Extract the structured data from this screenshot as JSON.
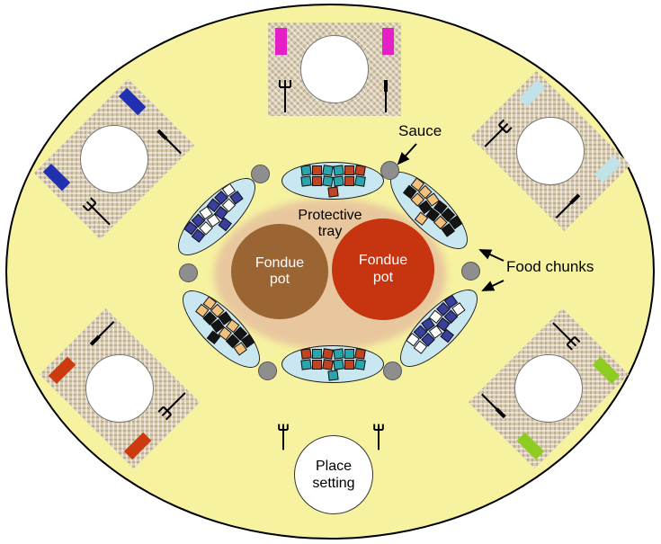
{
  "diagram": {
    "labels": {
      "sauce": "Sauce",
      "food_chunks": "Food chunks",
      "protective_tray_l1": "Protective",
      "protective_tray_l2": "tray",
      "fondue_l1": "Fondue",
      "fondue_l2": "pot",
      "place_setting_l1": "Place",
      "place_setting_l2": "setting"
    },
    "colors": {
      "table": "#f6f2a0",
      "tray": "#e8c79e",
      "pot_left": "#9a6433",
      "pot_right": "#c63410",
      "platter": "#c9e7f0",
      "sauce_dish": "#8e8e8e",
      "placemat": "#d8cbb0",
      "napkins": {
        "top": "#e61ec8",
        "north_west": "#2030b0",
        "north_east": "#c2e2ea",
        "south_west": "#cc3a10",
        "south_east": "#8fcc22"
      }
    },
    "platters": {
      "top": {
        "chunks": [
          "#2ba4ac",
          "#bf4422",
          "#2ba4ac",
          "#2ba4ac",
          "#bf4422",
          "#bf4422",
          "#2ba4ac",
          "#bf4422",
          "#2ba4ac",
          "#2ba4ac",
          "#bf4422",
          "#2ba4ac",
          "#bf4422"
        ]
      },
      "bottom": {
        "chunks": [
          "#bf4422",
          "#2ba4ac",
          "#bf4422",
          "#2ba4ac",
          "#2ba4ac",
          "#bf4422",
          "#2ba4ac",
          "#bf4422",
          "#bf4422",
          "#2ba4ac",
          "#bf4422",
          "#2ba4ac",
          "#2ba4ac"
        ]
      },
      "north_west": {
        "chunks": [
          "#3a3f9e",
          "#3a3f9e",
          "#ffffff",
          "#3a3f9e",
          "#3a3f9e",
          "#ffffff",
          "#3a3f9e",
          "#ffffff",
          "#ffffff",
          "#3a3f9e",
          "#ffffff",
          "#3a3f9e",
          "#3a3f9e"
        ]
      },
      "north_east": {
        "chunks": [
          "#f3c17e",
          "#f3c17e",
          "#f3c17e",
          "#141414",
          "#141414",
          "#141414",
          "#141414",
          "#f3c17e",
          "#141414",
          "#141414",
          "#f3c17e",
          "#141414",
          "#f3c17e"
        ]
      },
      "south_west": {
        "chunks": [
          "#f3c17e",
          "#f3c17e",
          "#141414",
          "#f3c17e",
          "#141414",
          "#141414",
          "#f3c17e",
          "#141414",
          "#141414",
          "#f3c17e",
          "#141414",
          "#f3c17e",
          "#141414"
        ]
      },
      "south_east": {
        "chunks": [
          "#ffffff",
          "#3a3f9e",
          "#3a3f9e",
          "#ffffff",
          "#3a3f9e",
          "#3a3f9e",
          "#ffffff",
          "#3a3f9e",
          "#ffffff",
          "#3a3f9e",
          "#3a3f9e",
          "#ffffff",
          "#3a3f9e"
        ]
      }
    }
  }
}
